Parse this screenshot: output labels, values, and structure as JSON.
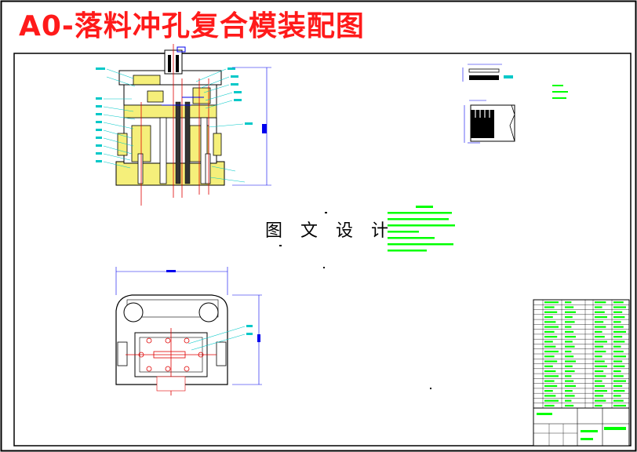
{
  "drawing": {
    "title": "A0-落料冲孔复合模装配图",
    "watermark": "图 文 设 计"
  },
  "colors": {
    "title_red": "#ff1a1a",
    "part_yellow": "#f5ef7a",
    "annotation_green": "#00ff00",
    "dimension_blue": "#0000ee",
    "centerline_red": "#e00000",
    "outline_black": "#000000",
    "dim_cyan": "#00c8c8"
  },
  "views": [
    {
      "name": "front-section-view"
    },
    {
      "name": "bottom-plan-view"
    },
    {
      "name": "part-detail-views"
    },
    {
      "name": "technical-requirements-notes"
    },
    {
      "name": "bill-of-materials-and-title-block"
    }
  ]
}
